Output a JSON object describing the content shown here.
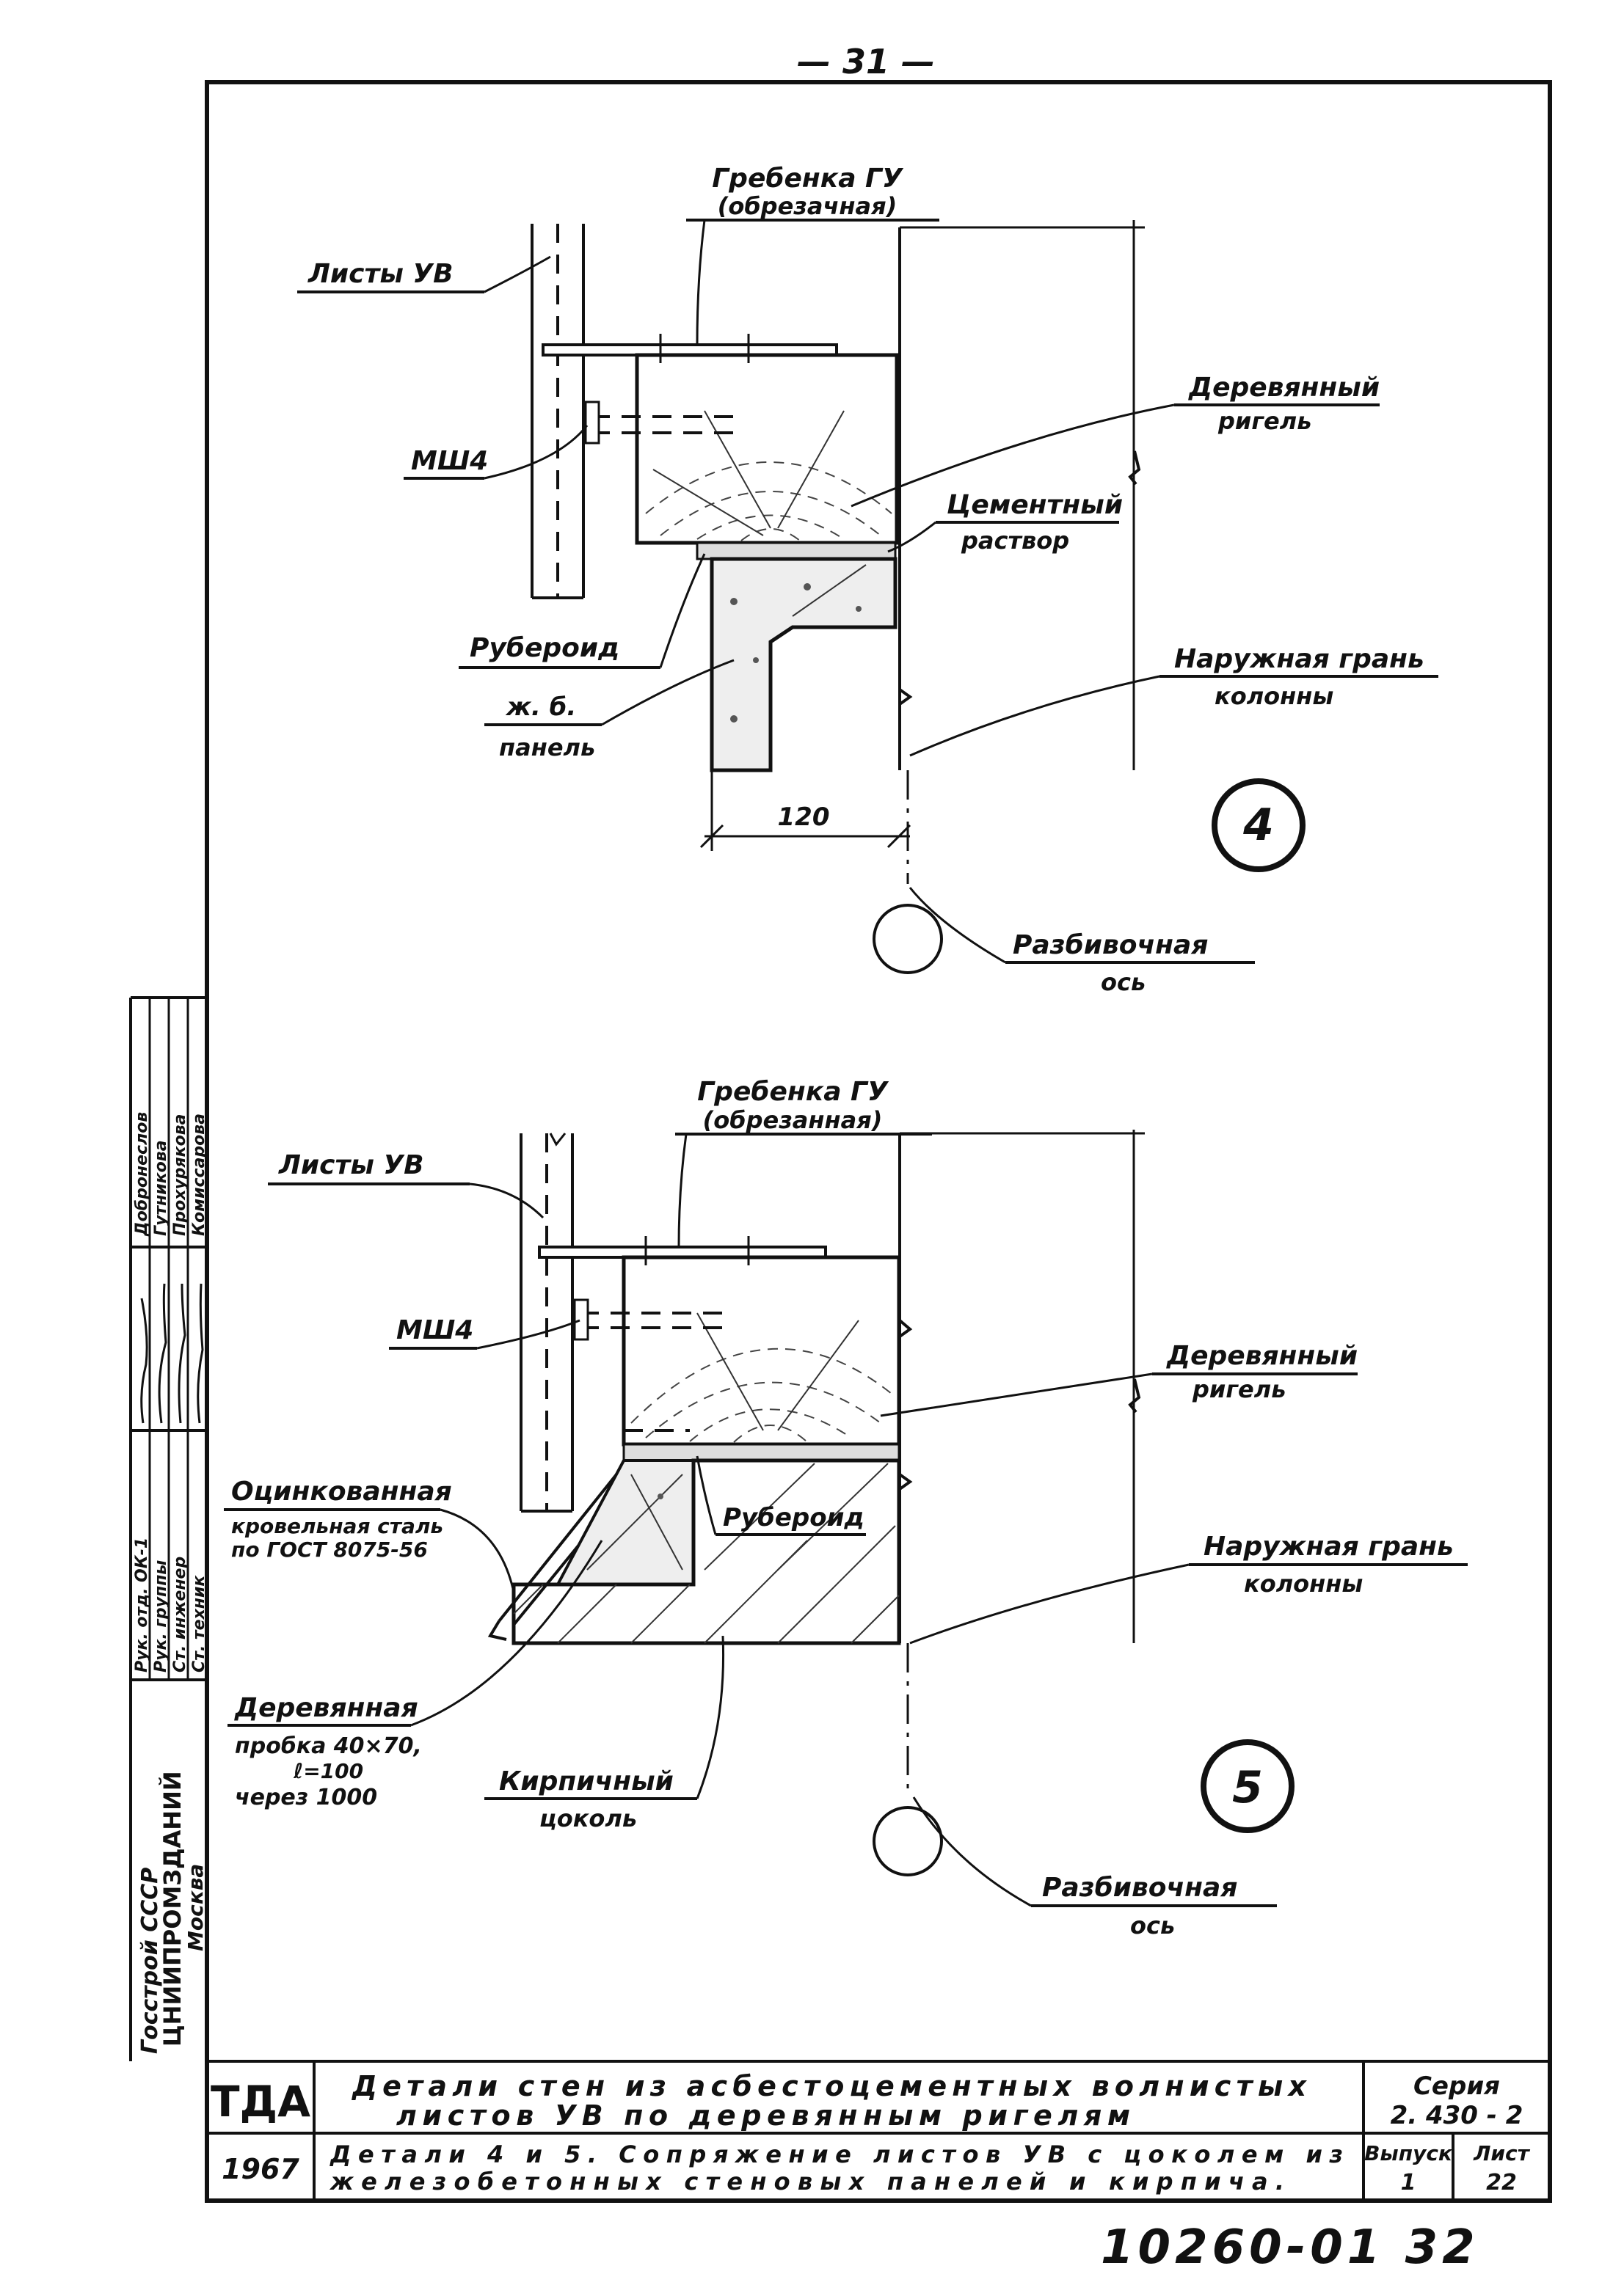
{
  "page_number": "— 31 —",
  "detail4": {
    "number": "4",
    "labels": {
      "comb": "Гребенка ГУ",
      "comb_sub": "(обрезачная)",
      "sheets": "Листы УВ",
      "screw": "МШ4",
      "beam": "Деревянный",
      "beam_sub": "ригель",
      "mortar": "Цементный",
      "mortar_sub": "раствор",
      "roofing": "Рубероид",
      "panel": "ж. б.",
      "panel_sub": "панель",
      "outer_face": "Наружная грань",
      "outer_face_sub": "колонны",
      "dimension": "120",
      "axis": "Разбивочная",
      "axis_sub": "ось"
    }
  },
  "detail5": {
    "number": "5",
    "labels": {
      "comb": "Гребенка ГУ",
      "comb_sub": "(обрезанная)",
      "sheets": "Листы УВ",
      "screw": "МШ4",
      "beam": "Деревянный",
      "beam_sub": "ригель",
      "galv_1": "Оцинкованная",
      "galv_2": "кровельная сталь",
      "galv_3": "по ГОСТ 8075-56",
      "roofing": "Рубероид",
      "outer_face": "Наружная грань",
      "outer_face_sub": "колонны",
      "plug_1": "Деревянная",
      "plug_2": "пробка 40×70,",
      "plug_3": "ℓ=100",
      "plug_4": "через 1000",
      "plinth": "Кирпичный",
      "plinth_sub": "цоколь",
      "axis": "Разбивочная",
      "axis_sub": "ось"
    }
  },
  "side_stamp": {
    "rows": [
      {
        "role": "Рук. отд. ОК-1",
        "signature": "подпись",
        "name": "Добронеслов"
      },
      {
        "role": "Рук. группы",
        "signature": "подпись",
        "name": "Гутникова"
      },
      {
        "role": "Ст. инженер",
        "signature": "подпись",
        "name": "Прохурякова"
      },
      {
        "role": "Ст. техник",
        "signature": "подпись",
        "name": "Комиссарова"
      }
    ],
    "org_1": "Госстрой СССР",
    "org_2": "ЦНИИПРОМЗДАНИЙ",
    "org_3": "Москва"
  },
  "title_block": {
    "code": "ТДА",
    "title_1": "Детали стен из асбестоцементных волнистых",
    "title_2": "листов УВ по деревянным ригелям",
    "series_label": "Серия",
    "series_value": "2. 430 - 2",
    "year": "1967",
    "subtitle_1": "Детали 4 и 5. Сопряжение листов УВ с цоколем из",
    "subtitle_2": "железобетонных стеновых панелей и кирпича.",
    "issue_label": "Выпуск",
    "issue_value": "1",
    "sheet_label": "Лист",
    "sheet_value": "22"
  },
  "archive_number": "10260-01 32"
}
